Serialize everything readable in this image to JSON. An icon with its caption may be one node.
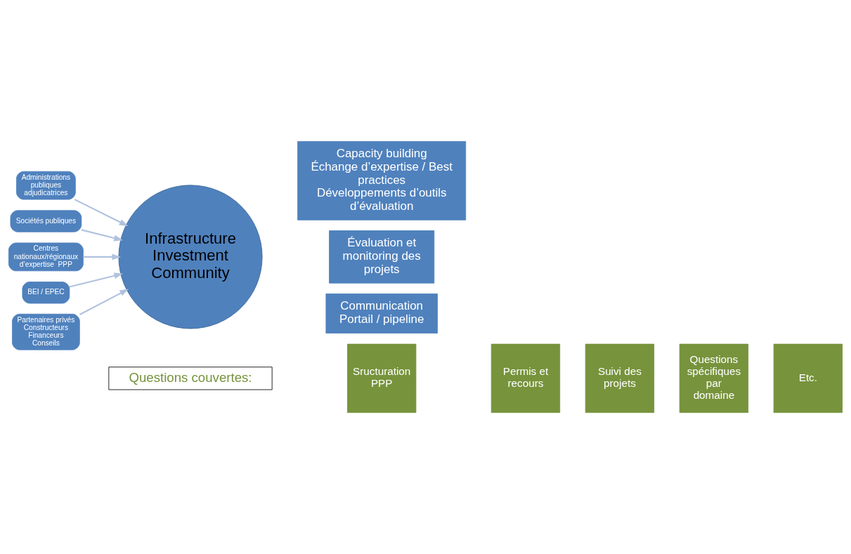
{
  "diagram": {
    "nodes": [
      {
        "text": [
          "Administrations publiques adjudicatrices"
        ]
      },
      {
        "text": [
          "Sociétés publiques"
        ]
      },
      {
        "text": [
          "Centres nationaux/régionaux d’expertise  PPP"
        ]
      },
      {
        "text": [
          "BEI / EPEC"
        ]
      },
      {
        "text": [
          "Partenaires privés",
          "Constructeurs",
          "Financeurs",
          "Conseils"
        ]
      },
      {
        "text": [
          "Infrastructure Investment Community"
        ]
      },
      {
        "text": [
          "Capacity building",
          "Échange d’expertise / Best practices",
          "Développements d’outils d’évaluation"
        ]
      },
      {
        "text": [
          "Évaluation et monitoring des projets"
        ]
      },
      {
        "text": [
          "Communication",
          "Portail / pipeline"
        ]
      },
      {
        "text": [
          "Questions couvertes:"
        ]
      },
      {
        "text": [
          "Sructuration PPP"
        ]
      },
      {
        "text": [
          "Permis et recours"
        ]
      },
      {
        "text": [
          "Suivi des projets"
        ]
      },
      {
        "text": [
          "Questions spécifiques par domaine"
        ]
      },
      {
        "text": [
          "Etc."
        ]
      }
    ],
    "edges": [
      {
        "from": 0,
        "to": 5,
        "arrow": "to"
      },
      {
        "from": 1,
        "to": 5,
        "arrow": "to"
      },
      {
        "from": 2,
        "to": 5,
        "arrow": "to"
      },
      {
        "from": 3,
        "to": 5,
        "arrow": "to"
      },
      {
        "from": 4,
        "to": 5,
        "arrow": "to"
      }
    ]
  }
}
